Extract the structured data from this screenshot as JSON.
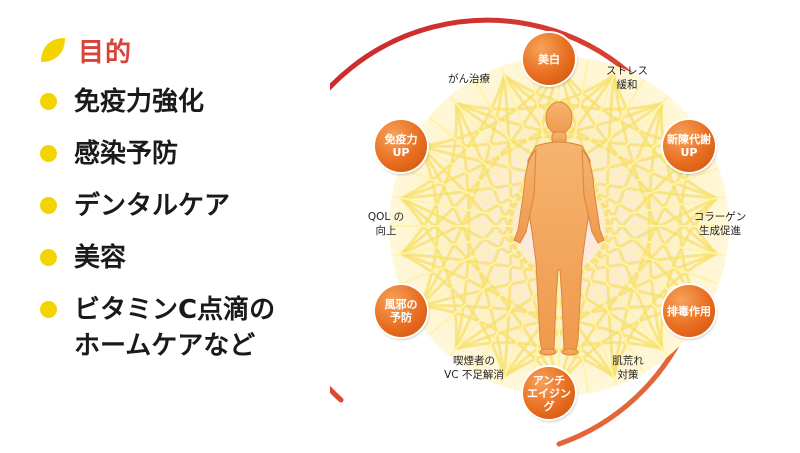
{
  "heading": "目的",
  "purposes": [
    "免疫力強化",
    "感染予防",
    "デンタルケア",
    "美容",
    "ビタミンC点滴の\nホームケアなど"
  ],
  "diagram": {
    "nodes": [
      "美白",
      "新陳代謝\nUP",
      "排毒作用",
      "アンチ\nエイジング",
      "風邪の\n予防",
      "免疫力\nUP"
    ],
    "labels": [
      "ストレス\n緩和",
      "コラーゲン\n生成促進",
      "肌荒れ\n対策",
      "喫煙者の\nVC 不足解消",
      "QOL の\n向上",
      "がん治療"
    ]
  },
  "colors": {
    "heading": "#d8433a",
    "bullet": "#f4d400",
    "node": "#e86d1f",
    "ring": "#d8433a",
    "web": "#f7e06a",
    "body": "#f2a65c"
  }
}
